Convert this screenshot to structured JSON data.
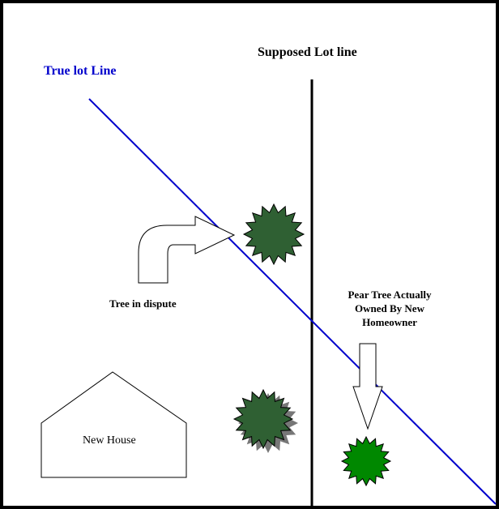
{
  "labels": {
    "true_lot_line": "True lot Line",
    "supposed_lot_line": "Supposed Lot line",
    "tree_in_dispute": "Tree in dispute",
    "pear_tree_line1": "Pear Tree Actually",
    "pear_tree_line2": "Owned By New",
    "pear_tree_line3": "Homeowner",
    "new_house": "New House"
  },
  "colors": {
    "true_lot_line": "#0000cc",
    "supposed_lot_line": "#000000",
    "disputed_tree": "#2f6033",
    "lower_tree": "#2f6033",
    "lower_tree_shadow": "#777777",
    "pear_tree": "#008800",
    "outline": "#000000",
    "fill": "#ffffff"
  },
  "icons": {
    "disputed_tree": "starburst-tree-icon",
    "lower_tree": "starburst-tree-icon",
    "pear_tree": "starburst-tree-icon",
    "curved_arrow": "bent-arrow-right-icon",
    "down_arrow": "arrow-down-icon",
    "house": "house-outline-icon"
  }
}
